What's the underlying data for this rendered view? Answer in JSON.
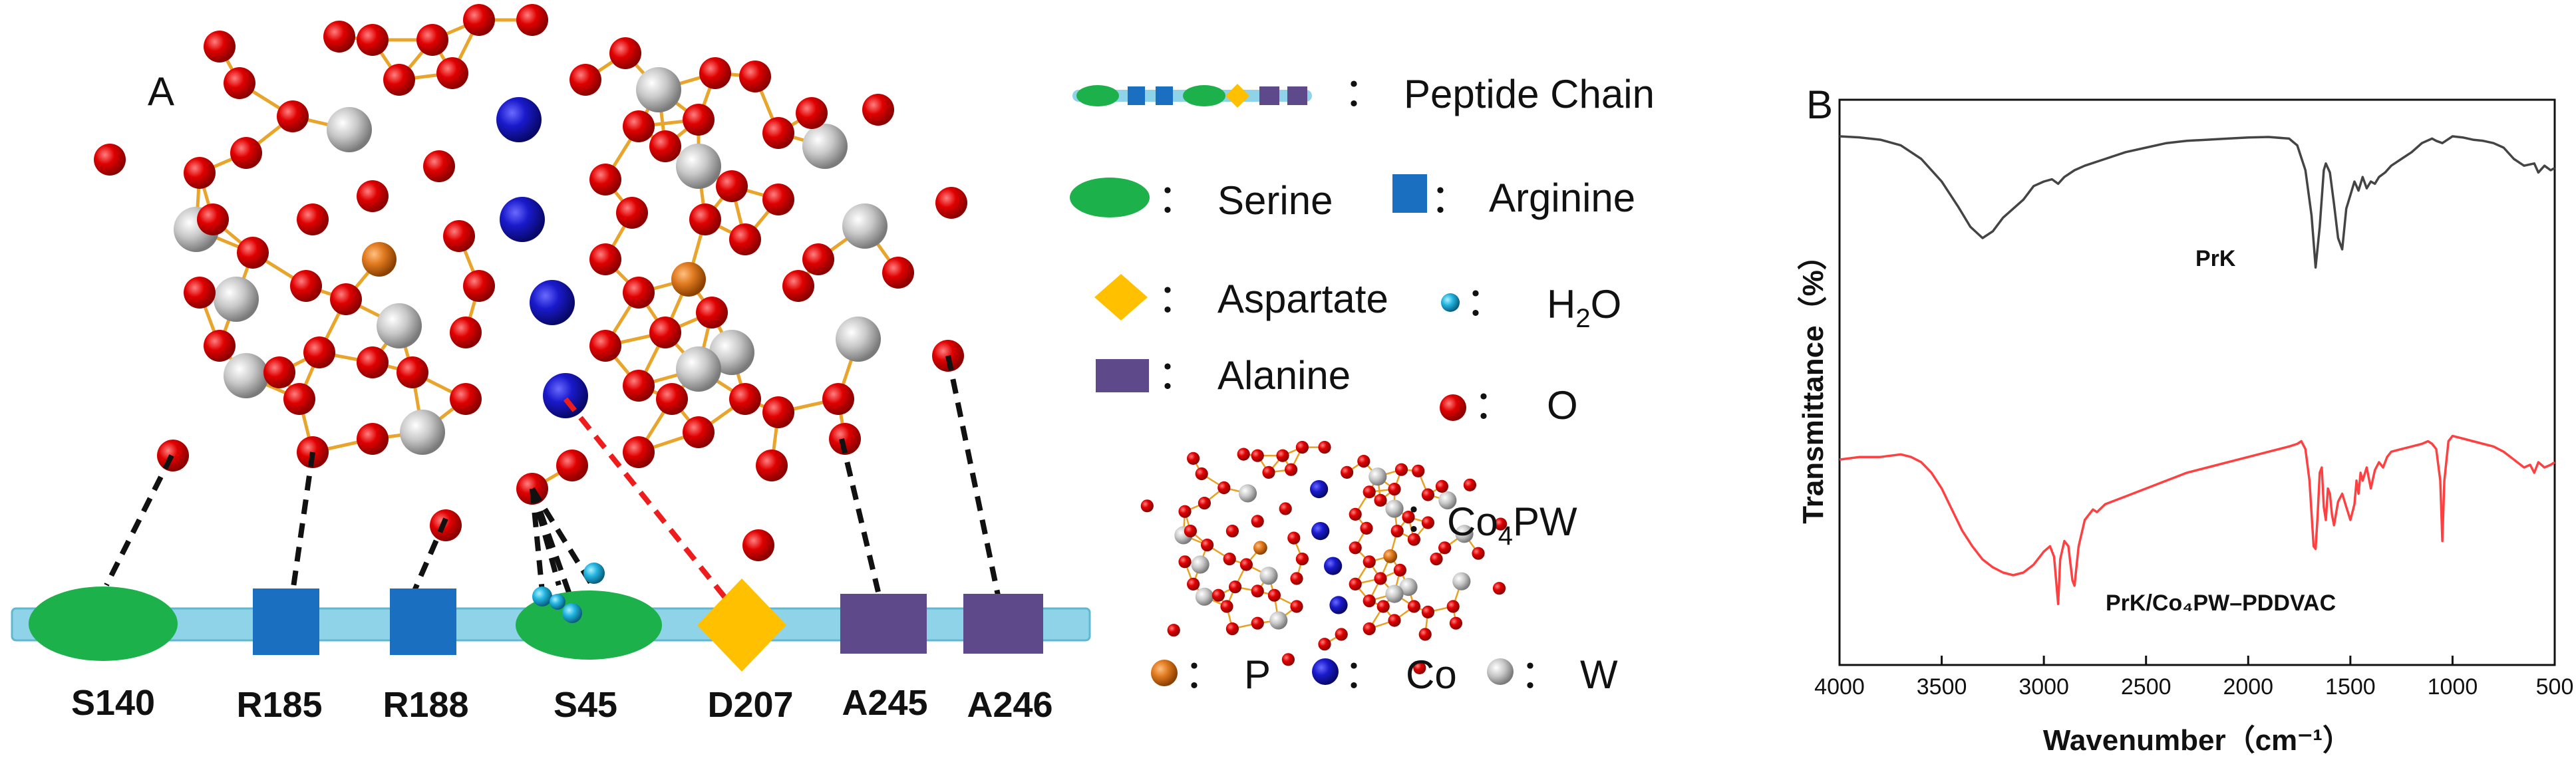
{
  "panel_a": {
    "label": "A",
    "residues": [
      "S140",
      "R185",
      "R188",
      "S45",
      "D207",
      "A245",
      "A246"
    ],
    "colors": {
      "serine": "#1db14b",
      "arginine": "#1a6fc1",
      "aspartate": "#ffc000",
      "alanine": "#5e4a8b",
      "chain": "#8fd3e8",
      "oxygen": "#e00000",
      "cobalt": "#1a1acc",
      "tungsten": "#c0c0c0",
      "phosphorus": "#e07a20",
      "water": "#22b5e0",
      "bond": "#e8a020"
    }
  },
  "legend": {
    "peptide_chain": "Peptide Chain",
    "serine": "Serine",
    "arginine": "Arginine",
    "aspartate": "Aspartate",
    "h2o_main": "H",
    "h2o_sub": "2",
    "h2o_tail": "O",
    "alanine": "Alanine",
    "oxygen": "O",
    "co4pw_main": "Co",
    "co4pw_sub": "4",
    "co4pw_tail": "PW",
    "phosphorus": "P",
    "cobalt": "Co",
    "tungsten": "W",
    "separator": "："
  },
  "chart_data": {
    "type": "line",
    "panel_label": "B",
    "xlabel": "Wavenumber（cm⁻¹）",
    "ylabel": "Transmittance（%）",
    "xlim": [
      4000,
      500
    ],
    "x_reversed": true,
    "x_ticks": [
      4000,
      3500,
      3000,
      2500,
      2000,
      1500,
      1000,
      500
    ],
    "y_ticks_shown": false,
    "series": [
      {
        "name": "PrK",
        "color": "#444444",
        "x": [
          4000,
          3900,
          3800,
          3700,
          3600,
          3500,
          3420,
          3360,
          3300,
          3250,
          3200,
          3100,
          3050,
          3000,
          2960,
          2930,
          2900,
          2850,
          2800,
          2700,
          2600,
          2500,
          2400,
          2300,
          2200,
          2100,
          2000,
          1900,
          1800,
          1760,
          1720,
          1690,
          1670,
          1650,
          1630,
          1620,
          1600,
          1580,
          1560,
          1540,
          1520,
          1500,
          1480,
          1460,
          1440,
          1420,
          1400,
          1380,
          1360,
          1330,
          1300,
          1250,
          1200,
          1150,
          1100,
          1080,
          1050,
          1000,
          950,
          900,
          850,
          800,
          750,
          700,
          650,
          600,
          580,
          550,
          520,
          500
        ],
        "y": [
          1.0,
          0.995,
          0.985,
          0.96,
          0.9,
          0.8,
          0.69,
          0.6,
          0.55,
          0.58,
          0.64,
          0.72,
          0.78,
          0.8,
          0.81,
          0.79,
          0.82,
          0.85,
          0.87,
          0.9,
          0.93,
          0.95,
          0.97,
          0.98,
          0.985,
          0.99,
          0.995,
          0.997,
          0.99,
          0.96,
          0.85,
          0.65,
          0.42,
          0.6,
          0.85,
          0.88,
          0.84,
          0.7,
          0.55,
          0.5,
          0.68,
          0.74,
          0.8,
          0.76,
          0.82,
          0.77,
          0.8,
          0.79,
          0.82,
          0.84,
          0.87,
          0.9,
          0.93,
          0.97,
          0.99,
          0.98,
          0.97,
          1.0,
          0.995,
          0.985,
          0.98,
          0.97,
          0.95,
          0.9,
          0.87,
          0.88,
          0.84,
          0.87,
          0.85,
          0.86
        ]
      },
      {
        "name": "PrK/Co₄PW–PDDVAC",
        "color": "#ff4040",
        "x": [
          4000,
          3900,
          3800,
          3700,
          3650,
          3600,
          3550,
          3500,
          3450,
          3400,
          3350,
          3300,
          3250,
          3200,
          3150,
          3100,
          3050,
          3000,
          2970,
          2950,
          2930,
          2920,
          2900,
          2880,
          2860,
          2850,
          2830,
          2800,
          2760,
          2740,
          2700,
          2600,
          2500,
          2400,
          2300,
          2200,
          2100,
          2000,
          1900,
          1800,
          1760,
          1740,
          1720,
          1700,
          1680,
          1670,
          1660,
          1650,
          1640,
          1630,
          1620,
          1610,
          1600,
          1590,
          1580,
          1560,
          1540,
          1520,
          1500,
          1480,
          1470,
          1460,
          1450,
          1440,
          1420,
          1400,
          1380,
          1360,
          1340,
          1320,
          1300,
          1250,
          1200,
          1150,
          1120,
          1100,
          1080,
          1060,
          1050,
          1040,
          1020,
          1000,
          950,
          900,
          850,
          800,
          750,
          700,
          650,
          620,
          600,
          580,
          550,
          520,
          500
        ],
        "y": [
          0.63,
          0.64,
          0.64,
          0.65,
          0.64,
          0.62,
          0.58,
          0.52,
          0.44,
          0.36,
          0.3,
          0.25,
          0.22,
          0.2,
          0.19,
          0.2,
          0.23,
          0.28,
          0.3,
          0.26,
          0.08,
          0.25,
          0.32,
          0.3,
          0.17,
          0.15,
          0.3,
          0.4,
          0.44,
          0.43,
          0.46,
          0.49,
          0.52,
          0.55,
          0.58,
          0.6,
          0.62,
          0.64,
          0.66,
          0.68,
          0.69,
          0.7,
          0.67,
          0.55,
          0.3,
          0.29,
          0.42,
          0.58,
          0.6,
          0.45,
          0.4,
          0.52,
          0.5,
          0.42,
          0.38,
          0.47,
          0.5,
          0.45,
          0.4,
          0.46,
          0.55,
          0.5,
          0.58,
          0.55,
          0.6,
          0.52,
          0.59,
          0.62,
          0.6,
          0.64,
          0.66,
          0.67,
          0.68,
          0.69,
          0.7,
          0.69,
          0.67,
          0.55,
          0.32,
          0.55,
          0.7,
          0.72,
          0.71,
          0.7,
          0.69,
          0.68,
          0.66,
          0.63,
          0.6,
          0.61,
          0.58,
          0.62,
          0.6,
          0.61,
          0.62
        ]
      }
    ]
  }
}
